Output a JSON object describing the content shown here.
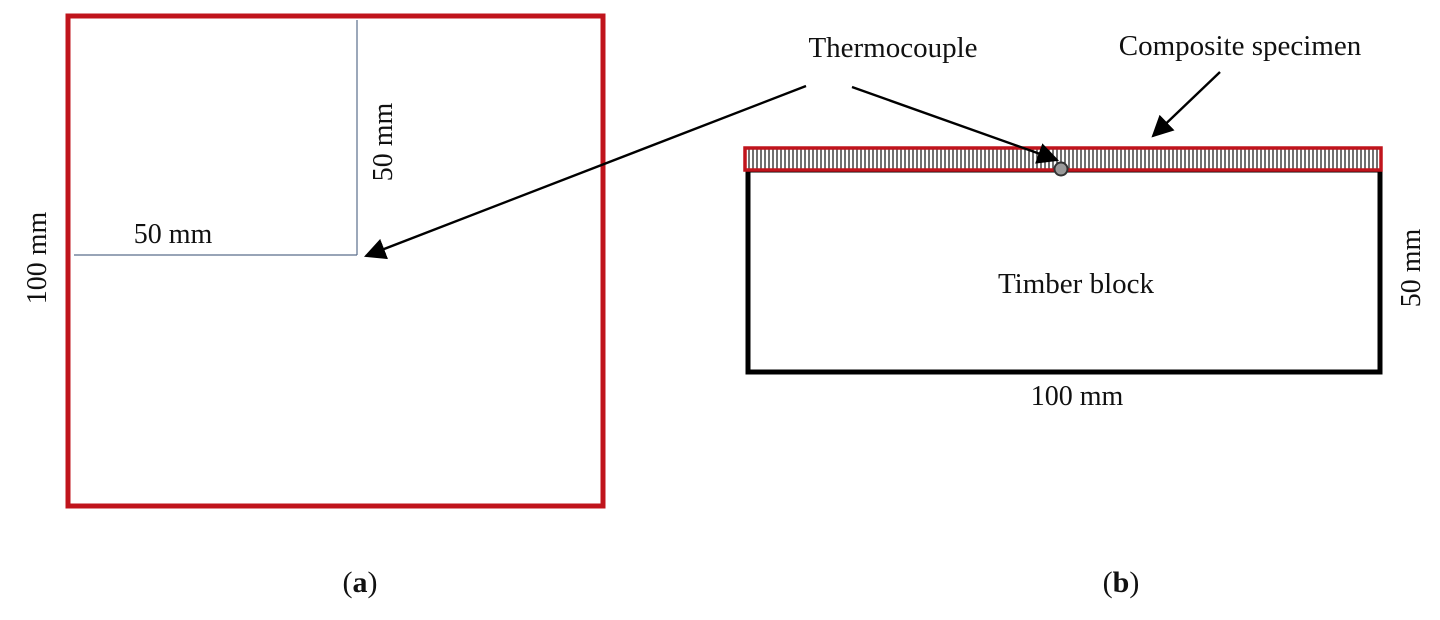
{
  "panel_a": {
    "side_dimension": "100 mm",
    "horizontal_dimension": "50 mm",
    "vertical_dimension": "50 mm",
    "caption_open": "(",
    "caption_letter": "a",
    "caption_close": ")"
  },
  "panel_b": {
    "thermocouple_label": "Thermocouple",
    "composite_label": "Composite specimen",
    "block_label": "Timber block",
    "width_dimension": "100 mm",
    "height_dimension": "50 mm",
    "caption_open": "(",
    "caption_letter": "b",
    "caption_close": ")"
  },
  "colors": {
    "specimen_outline": "#c0141c",
    "block_outline": "#000000",
    "dimension_line": "#5a6e8c",
    "thermocouple_fill": "#9a9a9a"
  }
}
